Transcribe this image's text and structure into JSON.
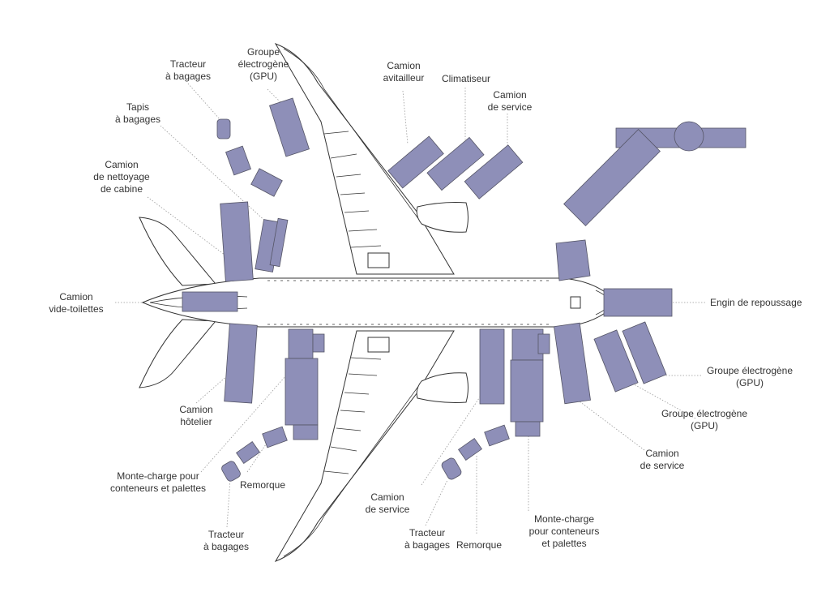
{
  "colors": {
    "vehicle": "#8e8fb8",
    "vehicle_dark": "#6f7098",
    "outline": "#333333",
    "leader": "#999999"
  },
  "labels": {
    "tracteur_bagages_top": [
      "Tracteur",
      "à bagages"
    ],
    "gpu_top": [
      "Groupe",
      "électrogène",
      "(GPU)"
    ],
    "camion_avitailleur": [
      "Camion",
      "avitailleur"
    ],
    "climatiseur": [
      "Climatiseur"
    ],
    "camion_service_top": [
      "Camion",
      "de service"
    ],
    "tapis_bagages": [
      "Tapis",
      "à bagages"
    ],
    "camion_nettoyage": [
      "Camion",
      "de nettoyage",
      "de cabine"
    ],
    "camion_vide_toilettes": [
      "Camion",
      "vide-toilettes"
    ],
    "engin_repoussage": [
      "Engin de repoussage"
    ],
    "gpu_right_1": [
      "Groupe électrogène",
      "(GPU)"
    ],
    "gpu_right_2": [
      "Groupe électrogène",
      "(GPU)"
    ],
    "camion_hotelier": [
      "Camion",
      "hôtelier"
    ],
    "monte_charge_left": [
      "Monte-charge pour",
      "conteneurs et palettes"
    ],
    "remorque_left": [
      "Remorque"
    ],
    "tracteur_bagages_bottom_left": [
      "Tracteur",
      "à bagages"
    ],
    "camion_service_bottom": [
      "Camion",
      "de service"
    ],
    "tracteur_bagages_bottom_right": [
      "Tracteur",
      "à bagages"
    ],
    "remorque_right": [
      "Remorque"
    ],
    "monte_charge_right": [
      "Monte-charge",
      "pour conteneurs",
      "et palettes"
    ],
    "camion_service_right": [
      "Camion",
      "de service"
    ]
  }
}
